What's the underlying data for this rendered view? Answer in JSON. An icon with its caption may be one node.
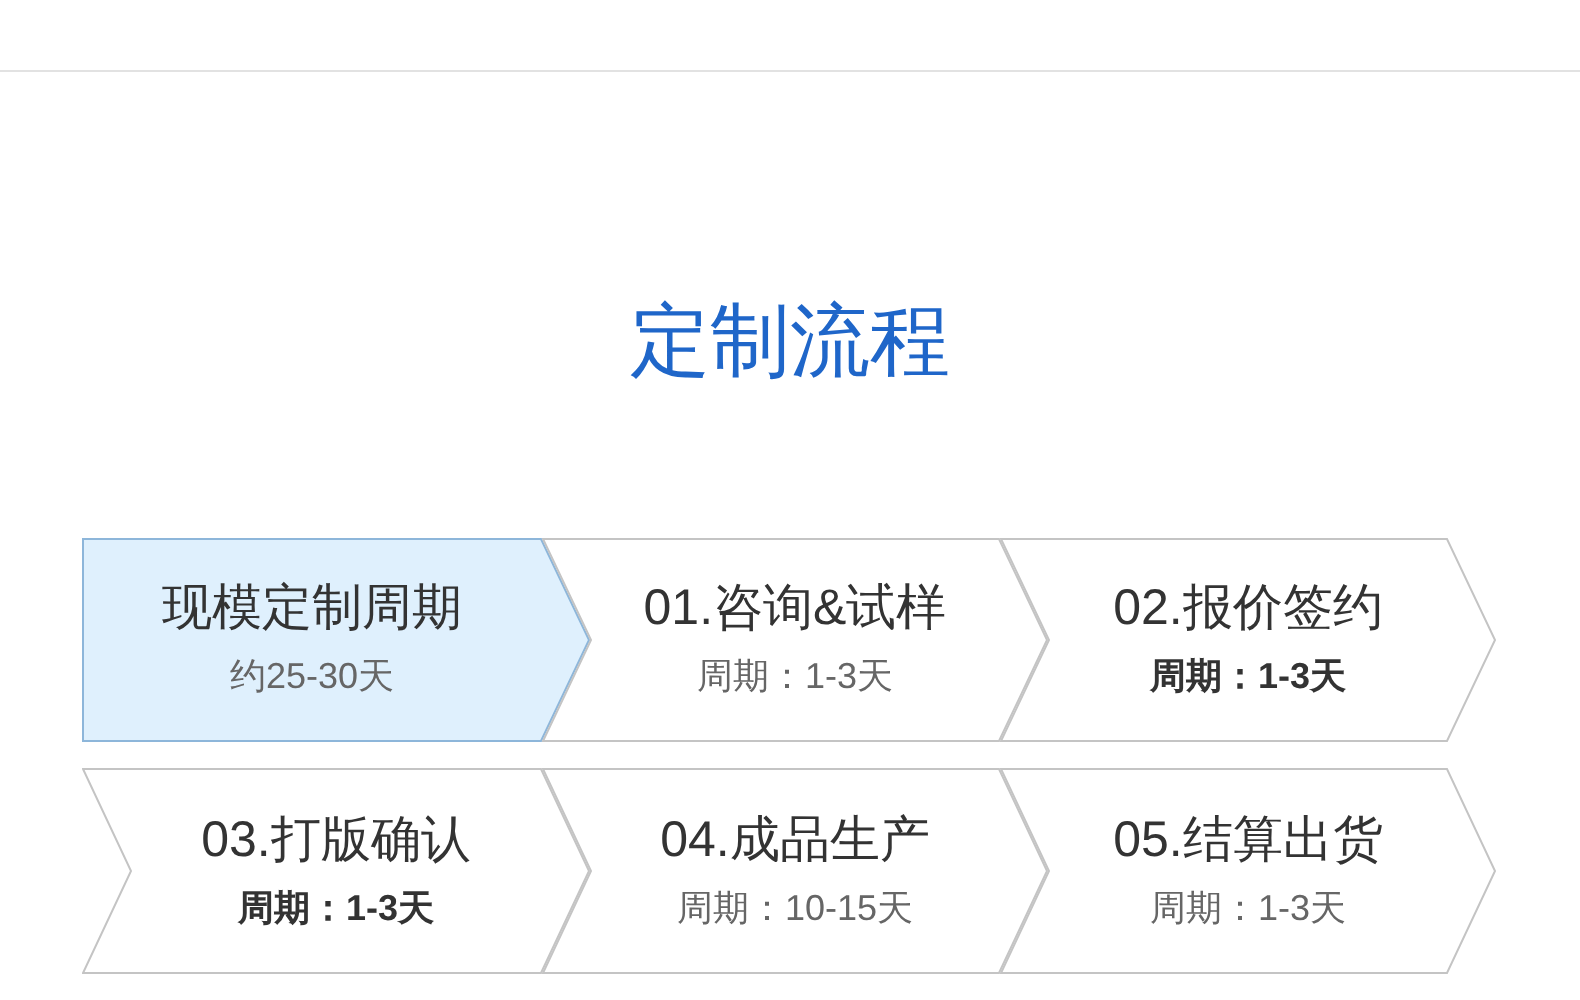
{
  "diagram": {
    "title": "定制流程",
    "nodes": [
      {
        "text": [
          "现模定制周期",
          "约25-30天"
        ]
      },
      {
        "text": [
          "01.咨询&试样",
          "周期：1-3天"
        ]
      },
      {
        "text": [
          "02.报价签约",
          "周期：1-3天"
        ]
      },
      {
        "text": [
          "03.打版确认",
          "周期：1-3天"
        ]
      },
      {
        "text": [
          "04.成品生产",
          "周期：10-15天"
        ]
      },
      {
        "text": [
          "05.结算出货",
          "周期：1-3天"
        ]
      }
    ]
  }
}
